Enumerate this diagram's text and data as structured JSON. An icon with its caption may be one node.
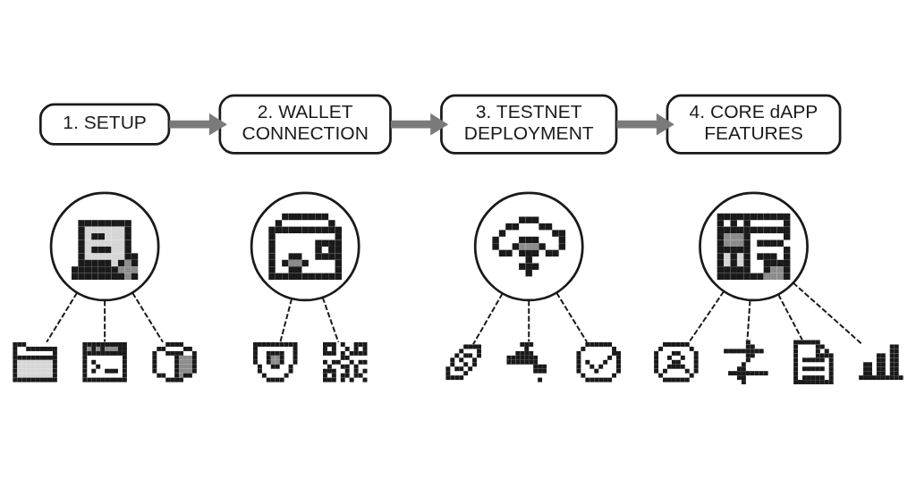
{
  "diagram": {
    "nodes": [
      {
        "text": [
          "1. SETUP"
        ]
      },
      {
        "text": [
          "2. WALLET CONNECTION"
        ]
      },
      {
        "text": [
          "3. TESTNET DEPLOYMENT"
        ]
      },
      {
        "text": [
          "4. CORE dAPP FEATURES"
        ]
      },
      {
        "text": [],
        "shape": "circle"
      },
      {
        "text": [],
        "shape": "circle"
      },
      {
        "text": [],
        "shape": "circle"
      },
      {
        "text": [],
        "shape": "circle"
      },
      {
        "text": [],
        "shape": "picture"
      },
      {
        "text": [],
        "shape": "picture"
      },
      {
        "text": [],
        "shape": "picture"
      },
      {
        "text": [],
        "shape": "picture"
      },
      {
        "text": [],
        "shape": "picture"
      },
      {
        "text": [],
        "shape": "picture"
      },
      {
        "text": [],
        "shape": "picture"
      },
      {
        "text": [],
        "shape": "picture"
      },
      {
        "text": [],
        "shape": "picture"
      },
      {
        "text": [],
        "shape": "picture"
      },
      {
        "text": [],
        "shape": "picture"
      },
      {
        "text": [],
        "shape": "picture"
      }
    ],
    "edges": [
      {
        "from": 0,
        "to": 1,
        "arrow": "to",
        "style": "thick",
        "color": "#7a7a7a"
      },
      {
        "from": 1,
        "to": 2,
        "arrow": "to",
        "style": "thick",
        "color": "#7a7a7a"
      },
      {
        "from": 2,
        "to": 3,
        "arrow": "to",
        "style": "thick",
        "color": "#7a7a7a"
      },
      {
        "from": 4,
        "to": 8,
        "arrow": "none",
        "style": "dashed"
      },
      {
        "from": 4,
        "to": 9,
        "arrow": "none",
        "style": "dashed"
      },
      {
        "from": 4,
        "to": 10,
        "arrow": "none",
        "style": "dashed"
      },
      {
        "from": 5,
        "to": 11,
        "arrow": "none",
        "style": "dashed"
      },
      {
        "from": 5,
        "to": 12,
        "arrow": "none",
        "style": "dashed"
      },
      {
        "from": 6,
        "to": 13,
        "arrow": "none",
        "style": "dashed"
      },
      {
        "from": 6,
        "to": 14,
        "arrow": "none",
        "style": "dashed"
      },
      {
        "from": 6,
        "to": 15,
        "arrow": "none",
        "style": "dashed"
      },
      {
        "from": 7,
        "to": 16,
        "arrow": "none",
        "style": "dashed"
      },
      {
        "from": 7,
        "to": 17,
        "arrow": "none",
        "style": "dashed"
      },
      {
        "from": 7,
        "to": 18,
        "arrow": "none",
        "style": "dashed"
      },
      {
        "from": 7,
        "to": 19,
        "arrow": "none",
        "style": "dashed"
      }
    ]
  }
}
